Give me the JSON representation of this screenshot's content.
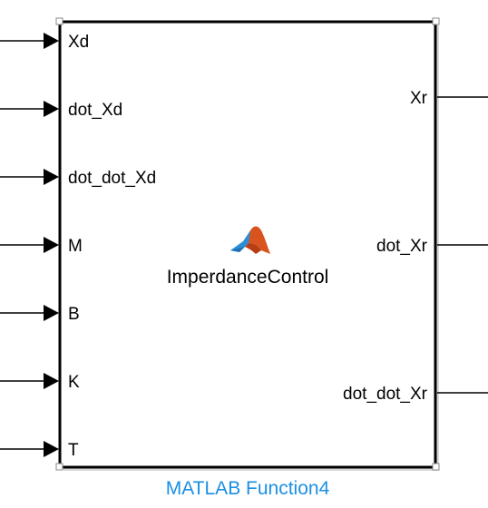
{
  "block": {
    "function_name": "ImperdanceControl",
    "block_name": "MATLAB Function4",
    "logo": "matlab-logo-icon"
  },
  "inputs": [
    {
      "label": "Xd"
    },
    {
      "label": "dot_Xd"
    },
    {
      "label": "dot_dot_Xd"
    },
    {
      "label": "M"
    },
    {
      "label": "B"
    },
    {
      "label": "K"
    },
    {
      "label": "T"
    }
  ],
  "outputs": [
    {
      "label": "Xr"
    },
    {
      "label": "dot_Xr"
    },
    {
      "label": "dot_dot_Xr"
    }
  ],
  "colors": {
    "block_border": "#000000",
    "block_name": "#1a8fe3",
    "logo_orange": "#d9531e",
    "logo_blue": "#2a8fd6"
  }
}
